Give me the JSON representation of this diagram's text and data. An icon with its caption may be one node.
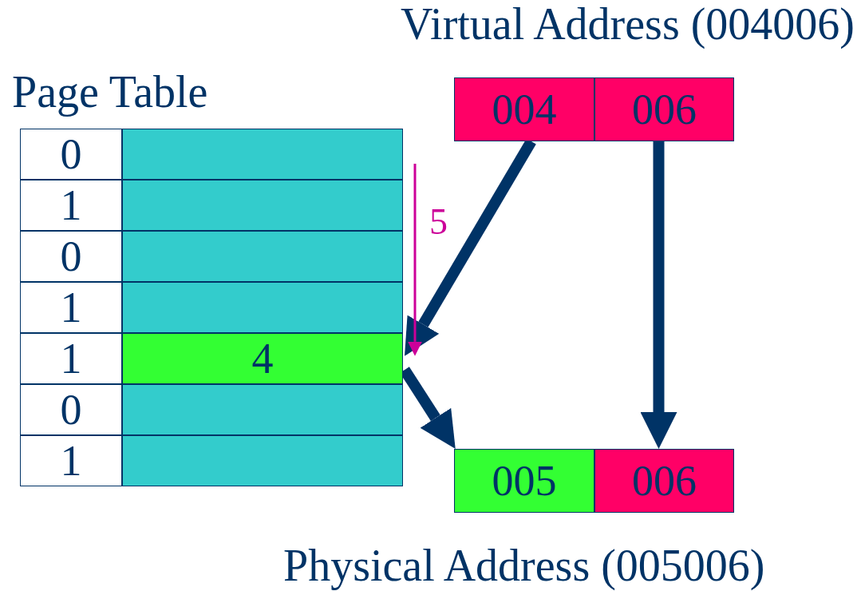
{
  "diagram": {
    "nodes": [
      {
        "text": [
          "Page Table"
        ]
      },
      {
        "text": [
          "0"
        ],
        "in": 0
      },
      {
        "text": [],
        "shape": "box",
        "in": 0
      },
      {
        "text": [
          "1"
        ],
        "in": 0
      },
      {
        "text": [],
        "shape": "box",
        "in": 0
      },
      {
        "text": [
          "0"
        ],
        "in": 0
      },
      {
        "text": [],
        "shape": "box",
        "in": 0
      },
      {
        "text": [
          "1"
        ],
        "in": 0
      },
      {
        "text": [],
        "shape": "box",
        "in": 0
      },
      {
        "text": [
          "1"
        ],
        "in": 0
      },
      {
        "text": [
          "4"
        ],
        "in": 0
      },
      {
        "text": [
          "0"
        ],
        "in": 0
      },
      {
        "text": [],
        "shape": "box",
        "in": 0
      },
      {
        "text": [
          "1"
        ],
        "in": 0
      },
      {
        "text": [],
        "shape": "box",
        "in": 0
      },
      {
        "text": [
          "Virtual Address (004006)"
        ]
      },
      {
        "text": [
          "004"
        ],
        "in": 15
      },
      {
        "text": [
          "006"
        ],
        "in": 15
      },
      {
        "text": [
          "Physical Address (005006)"
        ]
      },
      {
        "text": [
          "005"
        ],
        "in": 18
      },
      {
        "text": [
          "006"
        ],
        "in": 18
      }
    ],
    "edges": [
      {
        "from": 16,
        "to": 10,
        "arrow": "to"
      },
      {
        "from": 10,
        "to": 19,
        "arrow": "to"
      },
      {
        "from": 17,
        "to": 20,
        "arrow": "to"
      },
      {
        "from": null,
        "to": 10,
        "arrow": "to",
        "label": "5",
        "color": "#cc0099"
      }
    ]
  }
}
